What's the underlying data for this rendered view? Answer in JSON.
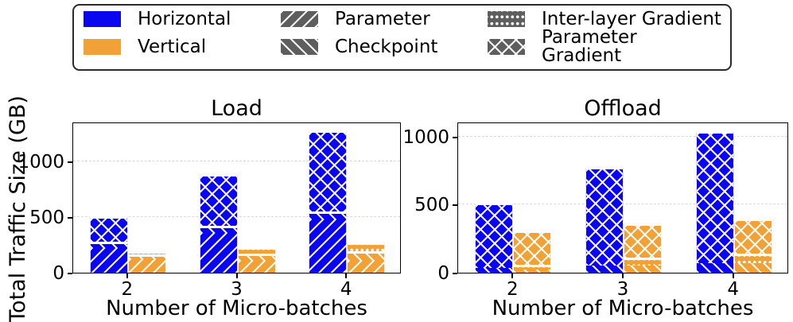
{
  "colors": {
    "horizontal": "#0a06f0",
    "vertical": "#f2a136",
    "legend_hatch": "#5e5e5e",
    "grid": "#d9d9d9"
  },
  "legend": {
    "items": [
      {
        "label": "Horizontal",
        "swatch": "solid-horizontal"
      },
      {
        "label": "Vertical",
        "swatch": "solid-vertical"
      },
      {
        "label": "Parameter",
        "swatch": "hatch-fwd"
      },
      {
        "label": "Checkpoint",
        "swatch": "hatch-bwd"
      },
      {
        "label": "Inter-layer Gradient",
        "swatch": "hatch-dot"
      },
      {
        "label": "Parameter Gradient",
        "swatch": "hatch-cross"
      }
    ]
  },
  "chart_data": [
    {
      "type": "bar",
      "title": "Load",
      "xlabel": "Number of Micro-batches",
      "ylabel": "Total Traffic Size (GB)",
      "categories": [
        "2",
        "3",
        "4"
      ],
      "yticks": [
        0,
        500,
        1000
      ],
      "ylim": [
        0,
        1360
      ],
      "grid": true,
      "legend_position": "figure-top",
      "groups": [
        {
          "name": "Horizontal",
          "color": "horizontal",
          "segments": [
            {
              "name": "Parameter",
              "hatch": "fwd",
              "values": [
                225,
                360,
                480
              ]
            },
            {
              "name": "Checkpoint",
              "hatch": "bwd",
              "values": [
                55,
                60,
                70
              ]
            },
            {
              "name": "Parameter Gradient",
              "hatch": "cross",
              "values": [
                230,
                470,
                730
              ]
            }
          ],
          "totals": [
            510,
            890,
            1280
          ]
        },
        {
          "name": "Vertical",
          "color": "vertical",
          "segments": [
            {
              "name": "Parameter",
              "hatch": "fwd",
              "values": [
                120,
                110,
                105
              ]
            },
            {
              "name": "Checkpoint",
              "hatch": "bwd",
              "values": [
                45,
                60,
                85
              ]
            },
            {
              "name": "Inter-layer Gradient",
              "hatch": "dot",
              "values": [
                30,
                60,
                85
              ]
            }
          ],
          "totals": [
            195,
            230,
            275
          ]
        }
      ]
    },
    {
      "type": "bar",
      "title": "Offload",
      "xlabel": "Number of Micro-batches",
      "ylabel": "Total Traffic Size (GB)",
      "categories": [
        "2",
        "3",
        "4"
      ],
      "yticks": [
        0,
        500,
        1000
      ],
      "ylim": [
        0,
        1110
      ],
      "grid": true,
      "legend_position": "figure-top",
      "groups": [
        {
          "name": "Horizontal",
          "color": "horizontal",
          "segments": [
            {
              "name": "Checkpoint",
              "hatch": "bwd",
              "values": [
                35,
                55,
                70
              ]
            },
            {
              "name": "Parameter Gradient",
              "hatch": "cross",
              "values": [
                480,
                720,
                970
              ]
            }
          ],
          "totals": [
            515,
            775,
            1040
          ]
        },
        {
          "name": "Vertical",
          "color": "vertical",
          "segments": [
            {
              "name": "Checkpoint",
              "hatch": "bwd",
              "values": [
                25,
                50,
                70
              ]
            },
            {
              "name": "Inter-layer Gradient",
              "hatch": "dot",
              "values": [
                35,
                60,
                70
              ]
            },
            {
              "name": "Parameter Gradient",
              "hatch": "cross",
              "values": [
                250,
                250,
                255
              ]
            }
          ],
          "totals": [
            310,
            360,
            395
          ]
        }
      ]
    }
  ]
}
